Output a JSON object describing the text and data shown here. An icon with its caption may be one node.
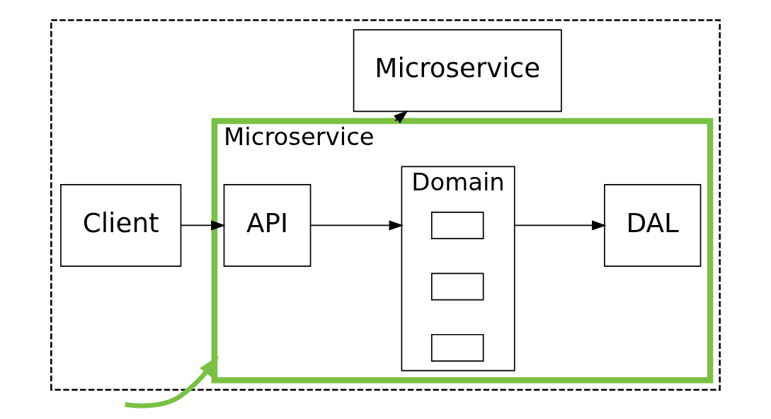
{
  "diagram": {
    "nodes": [
      {
        "text": [],
        "shape": "box"
      },
      {
        "text": [
          "Client"
        ],
        "in": 0
      },
      {
        "text": [
          "Microservice"
        ],
        "in": 0
      },
      {
        "text": [
          "API"
        ],
        "in": 2
      },
      {
        "text": [
          "Domain"
        ],
        "in": 2
      },
      {
        "text": [],
        "shape": "box",
        "in": 4
      },
      {
        "text": [],
        "shape": "box",
        "in": 4
      },
      {
        "text": [],
        "shape": "box",
        "in": 4
      },
      {
        "text": [
          "DAL"
        ],
        "in": 2
      },
      {
        "text": [
          "Microservice"
        ],
        "in": 0
      }
    ],
    "edges": [
      {
        "from": 1,
        "to": 3,
        "arrow": "to"
      },
      {
        "from": 3,
        "to": 4,
        "arrow": "to"
      },
      {
        "from": 4,
        "to": 8,
        "arrow": "to"
      },
      {
        "from": 2,
        "to": 9,
        "arrow": "to"
      },
      {
        "from": null,
        "to": 2,
        "arrow": "to",
        "style": "thick",
        "color": "#7ac143"
      }
    ]
  }
}
